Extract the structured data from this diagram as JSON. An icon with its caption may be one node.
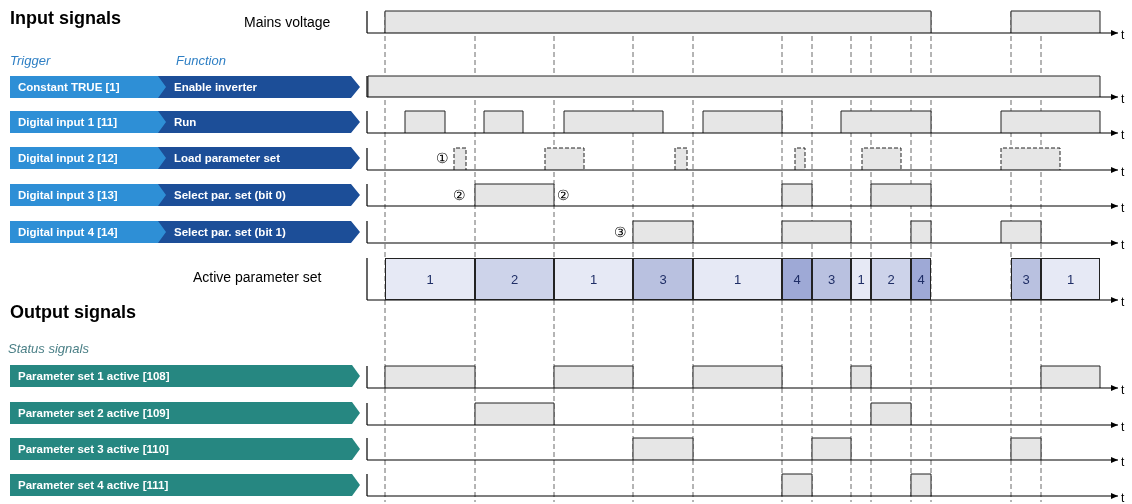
{
  "diagram": {
    "nodes": [
      {
        "text": [
          "Constant TRUE [1]"
        ]
      },
      {
        "text": [
          "Enable inverter"
        ]
      },
      {
        "text": [
          "Digital input 1 [11]"
        ]
      },
      {
        "text": [
          "Run"
        ]
      },
      {
        "text": [
          "Digital input 2 [12]"
        ]
      },
      {
        "text": [
          "Load parameter set"
        ]
      },
      {
        "text": [
          "Digital input 3 [13]"
        ]
      },
      {
        "text": [
          "Select par. set (bit 0)"
        ]
      },
      {
        "text": [
          "Digital input 4 [14]"
        ]
      },
      {
        "text": [
          "Select par. set (bit 1)"
        ]
      },
      {
        "text": [
          "1"
        ]
      },
      {
        "text": [
          "2"
        ]
      },
      {
        "text": [
          "1"
        ]
      },
      {
        "text": [
          "3"
        ]
      },
      {
        "text": [
          "1"
        ]
      },
      {
        "text": [
          "4"
        ]
      },
      {
        "text": [
          "3"
        ]
      },
      {
        "text": [
          "1"
        ]
      },
      {
        "text": [
          "2"
        ]
      },
      {
        "text": [
          "4"
        ]
      },
      {
        "text": [
          "3"
        ]
      },
      {
        "text": [
          "1"
        ]
      },
      {
        "text": [
          "Parameter set 1 active [108]"
        ]
      },
      {
        "text": [
          "Parameter set 2 active [109]"
        ]
      },
      {
        "text": [
          "Parameter set 3 active [110]"
        ]
      },
      {
        "text": [
          "Parameter set 4 active [111]"
        ]
      }
    ],
    "labels": [
      "Input signals",
      "Mains voltage",
      "t",
      "Trigger",
      "Function",
      "t",
      "t",
      "①",
      "t",
      "②",
      "②",
      "t",
      "③",
      "t",
      "Active parameter set",
      "t",
      "Output signals",
      "Status signals",
      "t",
      "t",
      "t",
      "t"
    ]
  }
}
